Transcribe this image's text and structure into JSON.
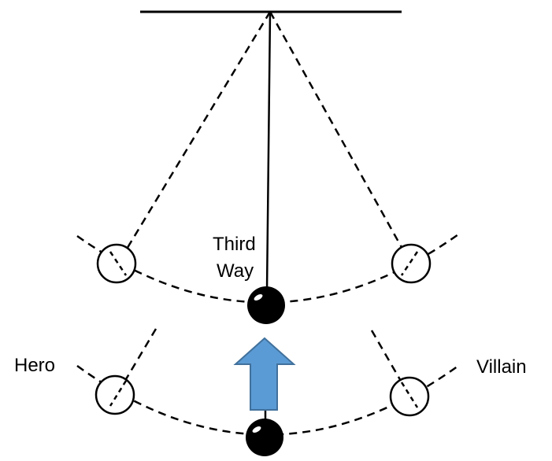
{
  "labels": {
    "third_way_line1": "Third",
    "third_way_line2": "Way",
    "hero": "Hero",
    "villain": "Villain"
  },
  "colors": {
    "line": "#000000",
    "bob_fill": "#000000",
    "ghost_bob_fill": "#ffffff",
    "arrow_fill": "#5b9bd5",
    "arrow_stroke": "#41719c"
  },
  "icons": {
    "arrow": "up-arrow-icon",
    "bob": "solid-bob",
    "ghost_bob": "dashed-outline-bob"
  }
}
